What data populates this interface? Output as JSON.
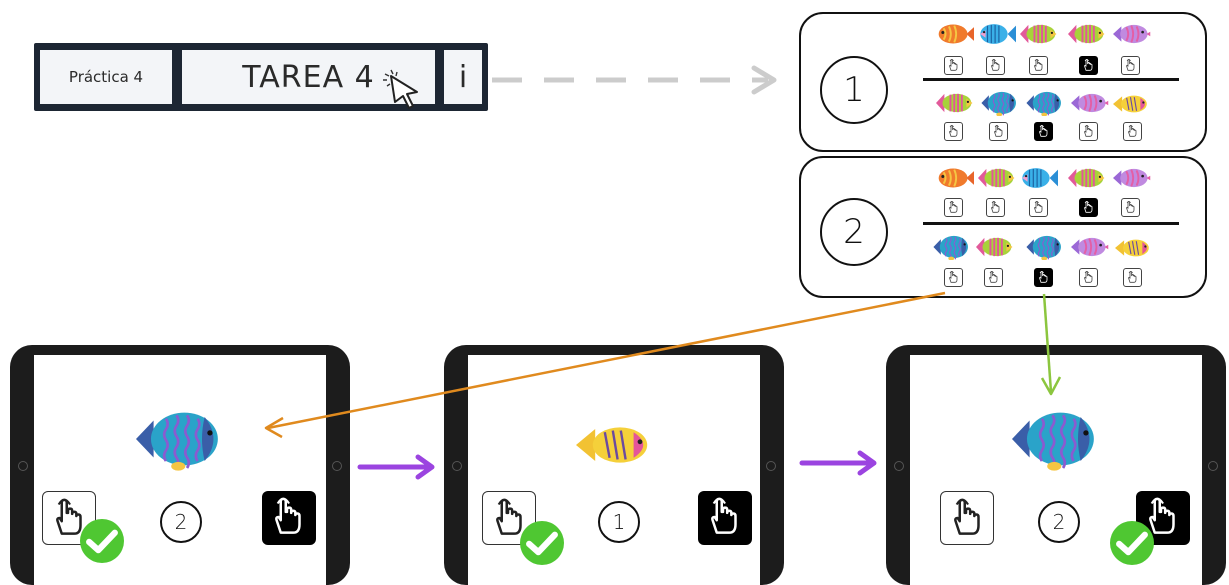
{
  "header": {
    "practice_label": "Práctica 4",
    "task_label": "TAREA 4",
    "info_label": "i"
  },
  "trials": [
    {
      "number": "1",
      "top_row": [
        "orange-fish",
        "blue-fish",
        "green-pink-fish",
        "green-pink-fish",
        "purple-fish"
      ],
      "top_selected": 3,
      "bottom_row": [
        "green-pink-fish",
        "blue-wave-fish",
        "blue-wave-fish",
        "purple-fish",
        "yellow-fish"
      ],
      "bottom_selected": 2
    },
    {
      "number": "2",
      "top_row": [
        "orange-fish",
        "green-pink-fish",
        "blue-fish",
        "green-pink-fish",
        "purple-fish"
      ],
      "top_selected": 3,
      "bottom_row": [
        "blue-wave-fish",
        "green-pink-fish",
        "blue-wave-fish",
        "purple-fish",
        "yellow-fish"
      ],
      "bottom_selected": 2
    }
  ],
  "tablets": [
    {
      "fish": "blue-wave-fish",
      "number": "2",
      "check_on": "left"
    },
    {
      "fish": "yellow-fish",
      "number": "1",
      "check_on": "left"
    },
    {
      "fish": "blue-wave-fish",
      "number": "2",
      "check_on": "right"
    }
  ],
  "colors": {
    "orange_arrow": "#e08a1e",
    "green_arrow": "#8cc63f",
    "purple_arrow": "#9b44e0",
    "gray_arrow": "#cccccc",
    "check_green": "#4fc732"
  }
}
